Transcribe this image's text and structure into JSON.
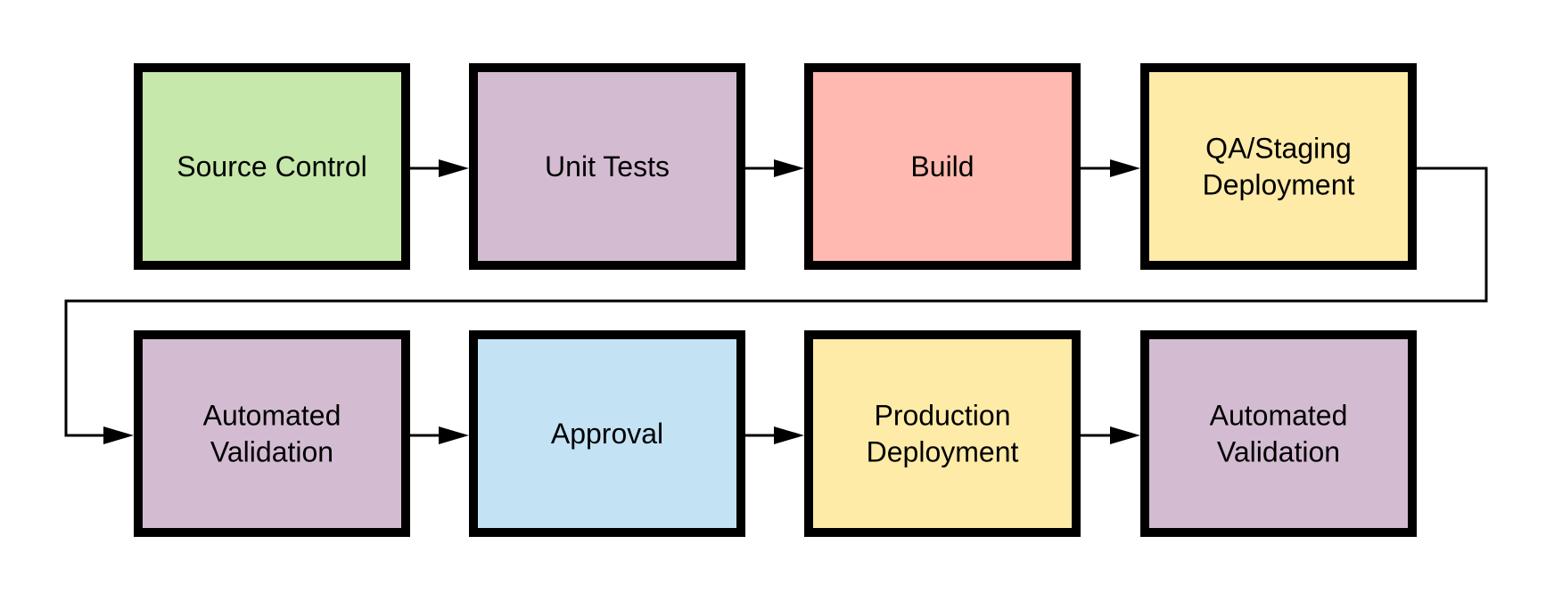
{
  "colors": {
    "green": "#c6e8ab",
    "purple": "#d3bcd2",
    "salmon": "#ffb9b0",
    "yellow": "#feeba7",
    "blue": "#c3e3f5",
    "border": "#000000"
  },
  "steps": [
    {
      "id": "source-control",
      "lines": [
        "Source Control"
      ],
      "color": "green"
    },
    {
      "id": "unit-tests",
      "lines": [
        "Unit Tests"
      ],
      "color": "purple"
    },
    {
      "id": "build",
      "lines": [
        "Build"
      ],
      "color": "salmon"
    },
    {
      "id": "qa-staging-deployment",
      "lines": [
        "QA/Staging",
        "Deployment"
      ],
      "color": "yellow"
    },
    {
      "id": "automated-validation-1",
      "lines": [
        "Automated",
        "Validation"
      ],
      "color": "purple"
    },
    {
      "id": "approval",
      "lines": [
        "Approval"
      ],
      "color": "blue"
    },
    {
      "id": "production-deployment",
      "lines": [
        "Production",
        "Deployment"
      ],
      "color": "yellow"
    },
    {
      "id": "automated-validation-2",
      "lines": [
        "Automated",
        "Validation"
      ],
      "color": "purple"
    }
  ]
}
